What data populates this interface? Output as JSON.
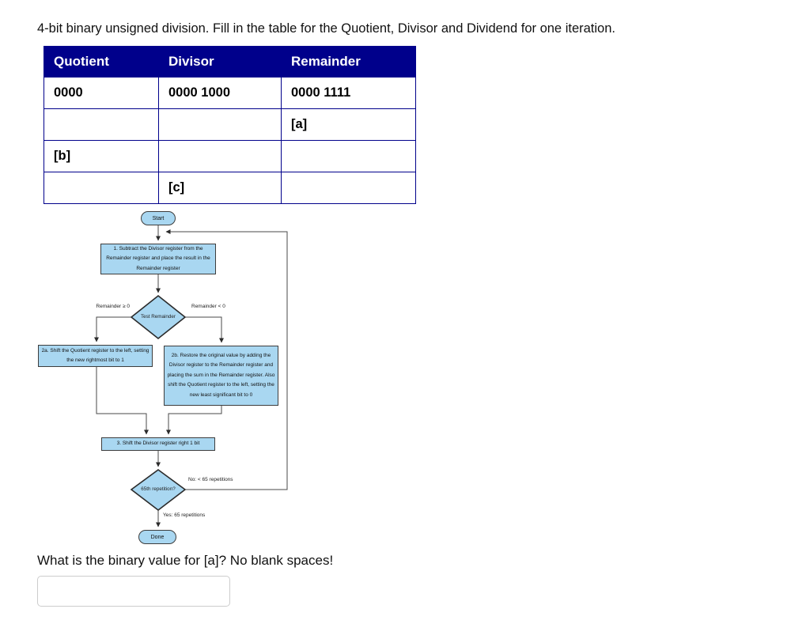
{
  "page": {
    "title": "4-bit binary unsigned division. Fill in the table for the Quotient, Divisor and Dividend for one iteration.",
    "question": "What is the binary value for [a]? No blank spaces!",
    "answer_value": ""
  },
  "table": {
    "headers": [
      "Quotient",
      "Divisor",
      "Remainder"
    ],
    "rows": [
      [
        "0000",
        "0000 1000",
        "0000 1111"
      ],
      [
        "",
        "",
        "[a]"
      ],
      [
        "[b]",
        "",
        ""
      ],
      [
        "",
        "[c]",
        ""
      ]
    ]
  },
  "flowchart": {
    "start_label": "Start",
    "step1": "1.  Subtract the Divisor register from the Remainder register and place the result in the Remainder register",
    "test_remainder": "Test Remainder",
    "branch_ge": "Remainder ≥ 0",
    "branch_lt": "Remainder < 0",
    "step2a": "2a.  Shift the Quotient register to the left, setting the new rightmost bit to 1",
    "step2b": "2b.  Restore the original value by adding the Divisor register to the Remainder register and placing the sum in the Remainder register. Also shift the Quotient register to the left, setting the new least significant bit to 0",
    "step3": "3.  Shift the Divisor register right 1 bit",
    "test_repetition": "65th repetition?",
    "branch_no": "No: < 65 repetitions",
    "branch_yes": "Yes: 65 repetitions",
    "done_label": "Done"
  },
  "colors": {
    "table_header_bg": "#00008B",
    "table_border": "#00008B",
    "blank_ref_blue": "#0000FF",
    "flowchart_fill": "#a9d7f1",
    "flowchart_stroke": "#3d3d3d"
  }
}
